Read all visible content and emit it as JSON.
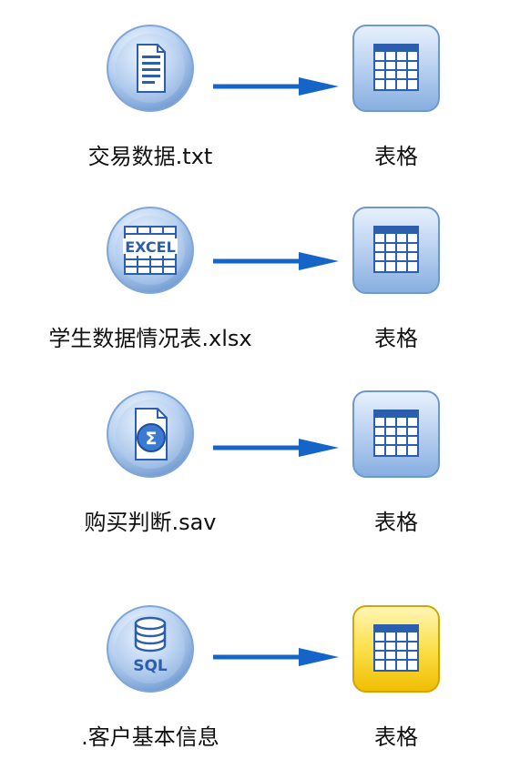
{
  "colors": {
    "link_arrow": "#1565c8",
    "node_blue": "#8fb5e3",
    "node_selected": "#f6cf11"
  },
  "flows": [
    {
      "source": {
        "label": "交易数据.txt",
        "icon": "text-file-icon"
      },
      "target": {
        "label": "表格",
        "icon": "table-icon",
        "selected": false
      }
    },
    {
      "source": {
        "label": "学生数据情况表.xlsx",
        "icon": "excel-file-icon"
      },
      "target": {
        "label": "表格",
        "icon": "table-icon",
        "selected": false
      }
    },
    {
      "source": {
        "label": "购买判断.sav",
        "icon": "statistics-file-icon"
      },
      "target": {
        "label": "表格",
        "icon": "table-icon",
        "selected": false
      }
    },
    {
      "source": {
        "label": ".客户基本信息",
        "icon": "sql-database-icon"
      },
      "target": {
        "label": "表格",
        "icon": "table-icon",
        "selected": true
      }
    }
  ]
}
